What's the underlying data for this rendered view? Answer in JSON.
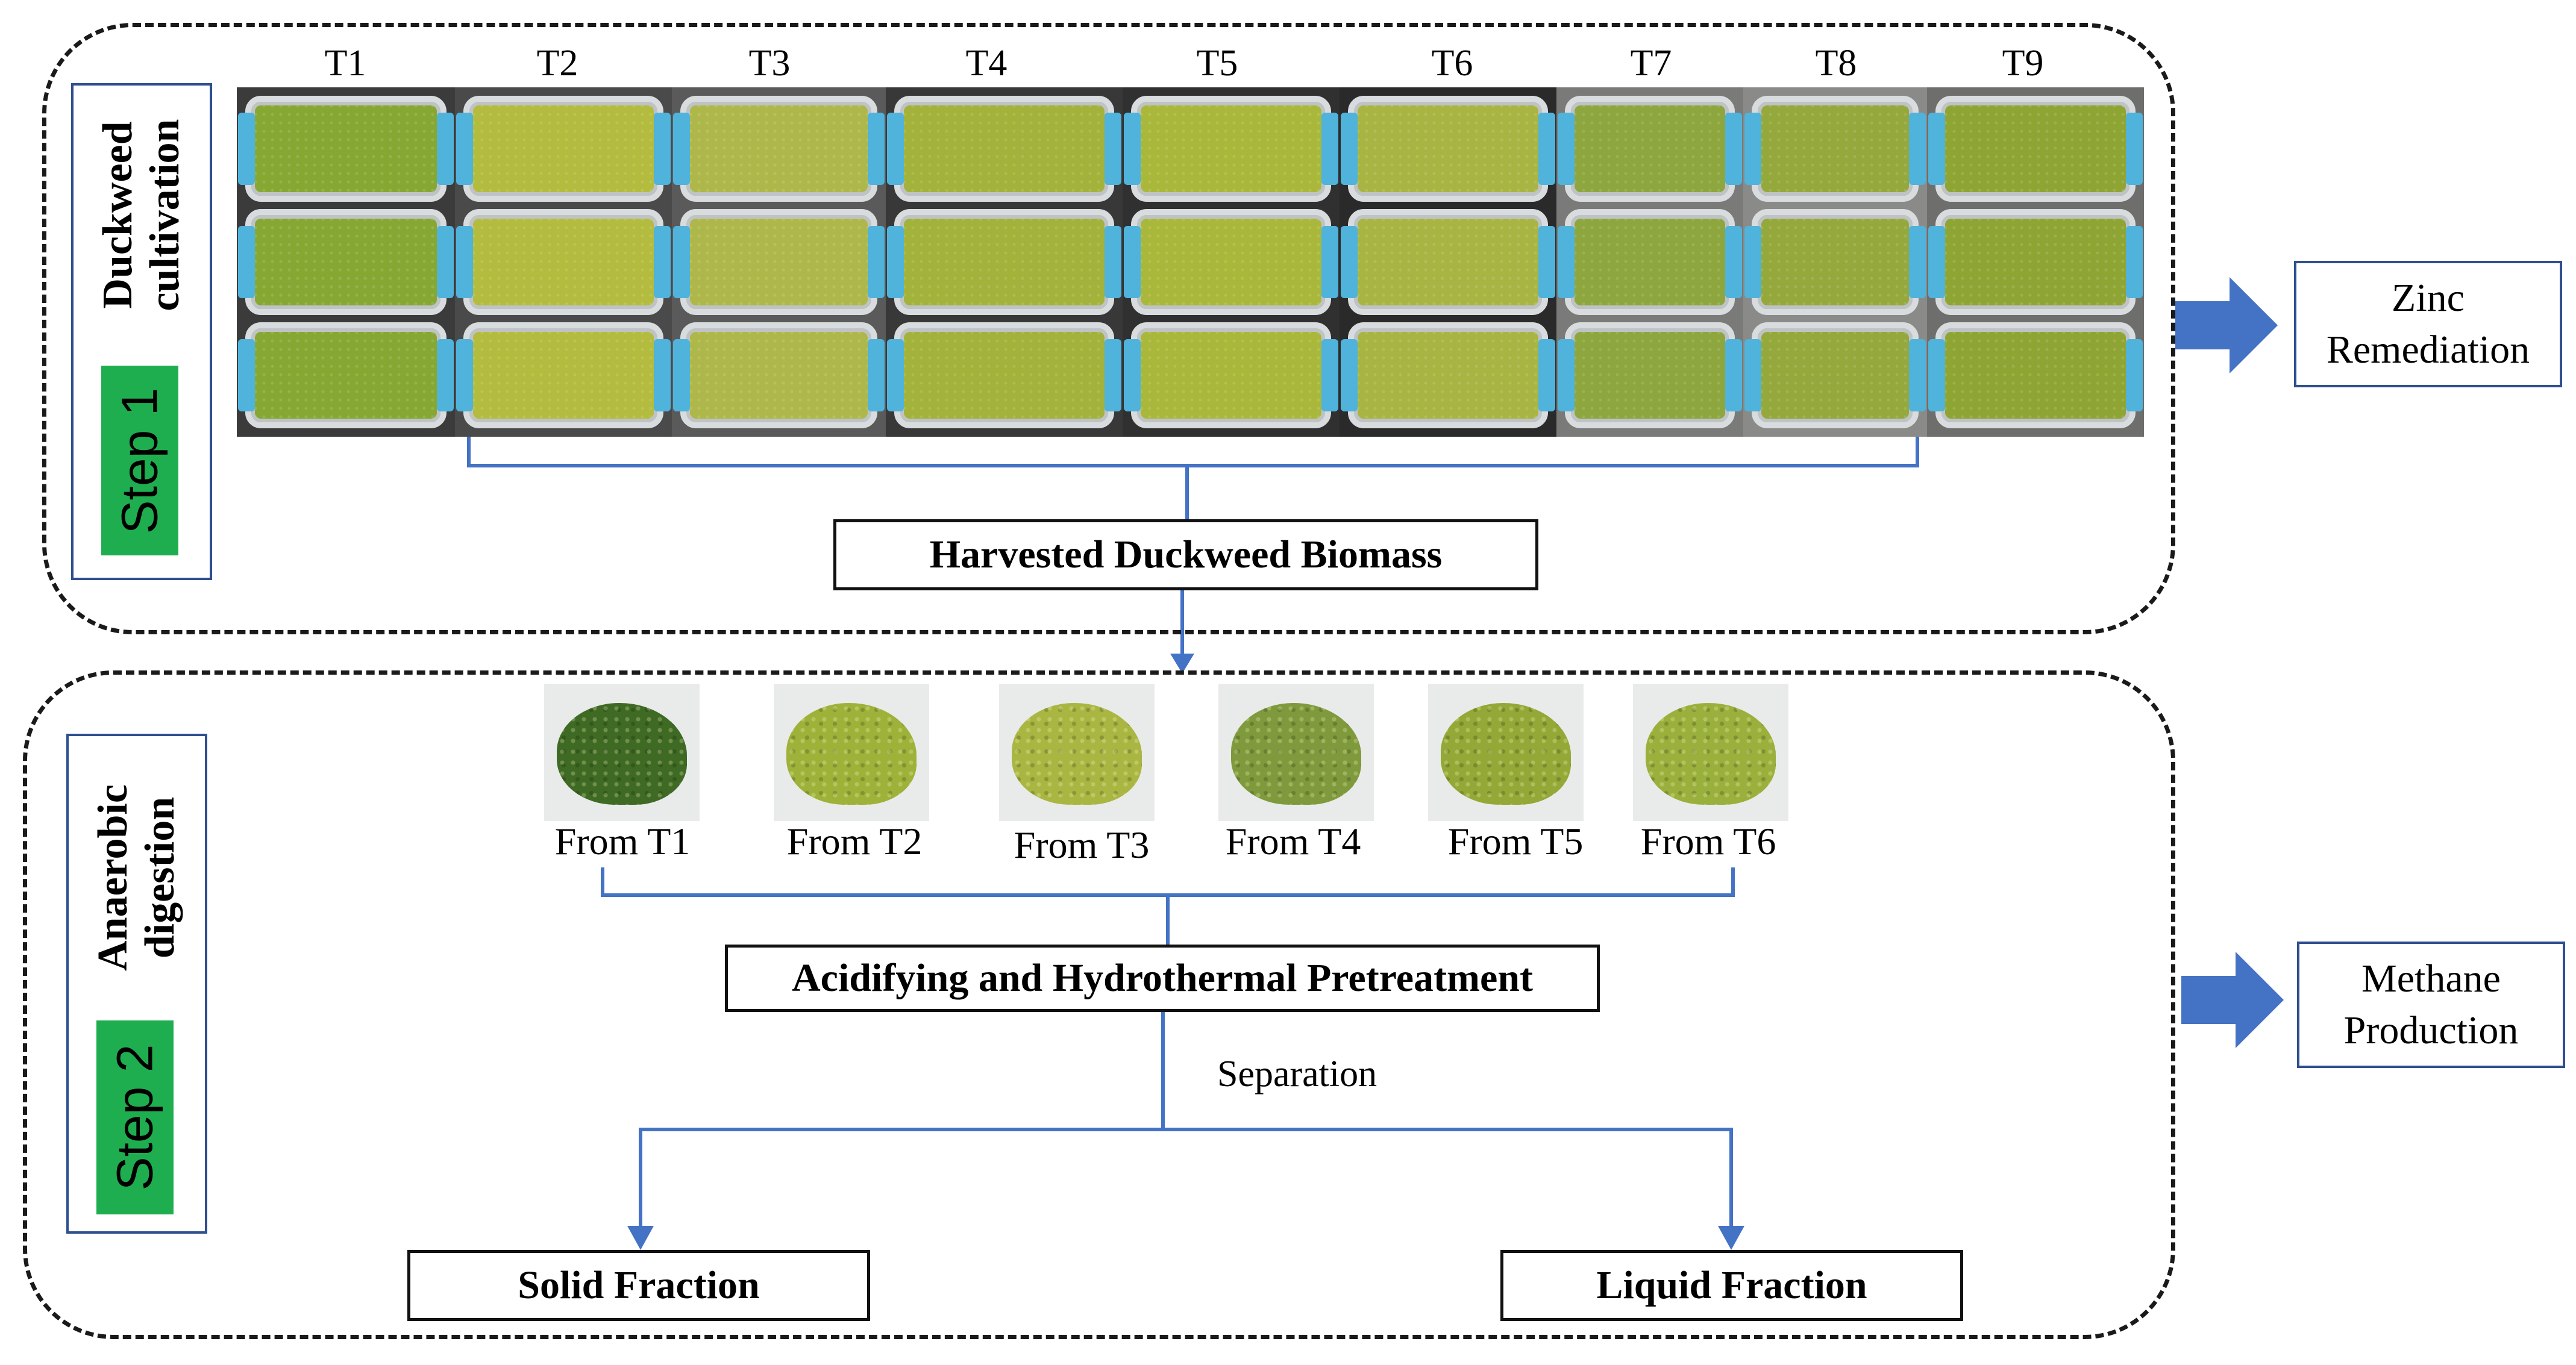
{
  "step1": {
    "side_title": "Duckweed\ncultivation",
    "badge": "Step 1",
    "treatments": [
      "T1",
      "T2",
      "T3",
      "T4",
      "T5",
      "T6",
      "T7",
      "T8",
      "T9"
    ],
    "tray_colors": [
      "#86a833",
      "#b3bc3e",
      "#aeb84a",
      "#a2b23a",
      "#a9b83a",
      "#a8b543",
      "#8da63e",
      "#94a83c",
      "#8ea534"
    ],
    "photo_backgrounds": [
      "#3b3b3b",
      "#4a4a4a",
      "#5a5a5a",
      "#383838",
      "#303030",
      "#2a2a2a",
      "#7a7a78",
      "#8a8a88",
      "#6e6e6c"
    ],
    "harvest_label": "Harvested Duckweed Biomass",
    "output": "Zinc\nRemediation"
  },
  "step2": {
    "side_title": "Anaerobic\ndigestion",
    "badge": "Step 2",
    "samples": [
      {
        "label": "From T1",
        "color": "#3f6a24"
      },
      {
        "label": "From T2",
        "color": "#9eb23a"
      },
      {
        "label": "From T3",
        "color": "#a9b642"
      },
      {
        "label": "From T4",
        "color": "#7f9a3c"
      },
      {
        "label": "From T5",
        "color": "#93a836"
      },
      {
        "label": "From T6",
        "color": "#9ab03c"
      }
    ],
    "pretreatment_label": "Acidifying and Hydrothermal Pretreatment",
    "separation_label": "Separation",
    "solid_label": "Solid Fraction",
    "liquid_label": "Liquid Fraction",
    "output": "Methane\nProduction"
  },
  "colors": {
    "connector_blue": "#4472c4",
    "badge_green": "#1fae4f",
    "arrow_blue": "#4472c4"
  }
}
